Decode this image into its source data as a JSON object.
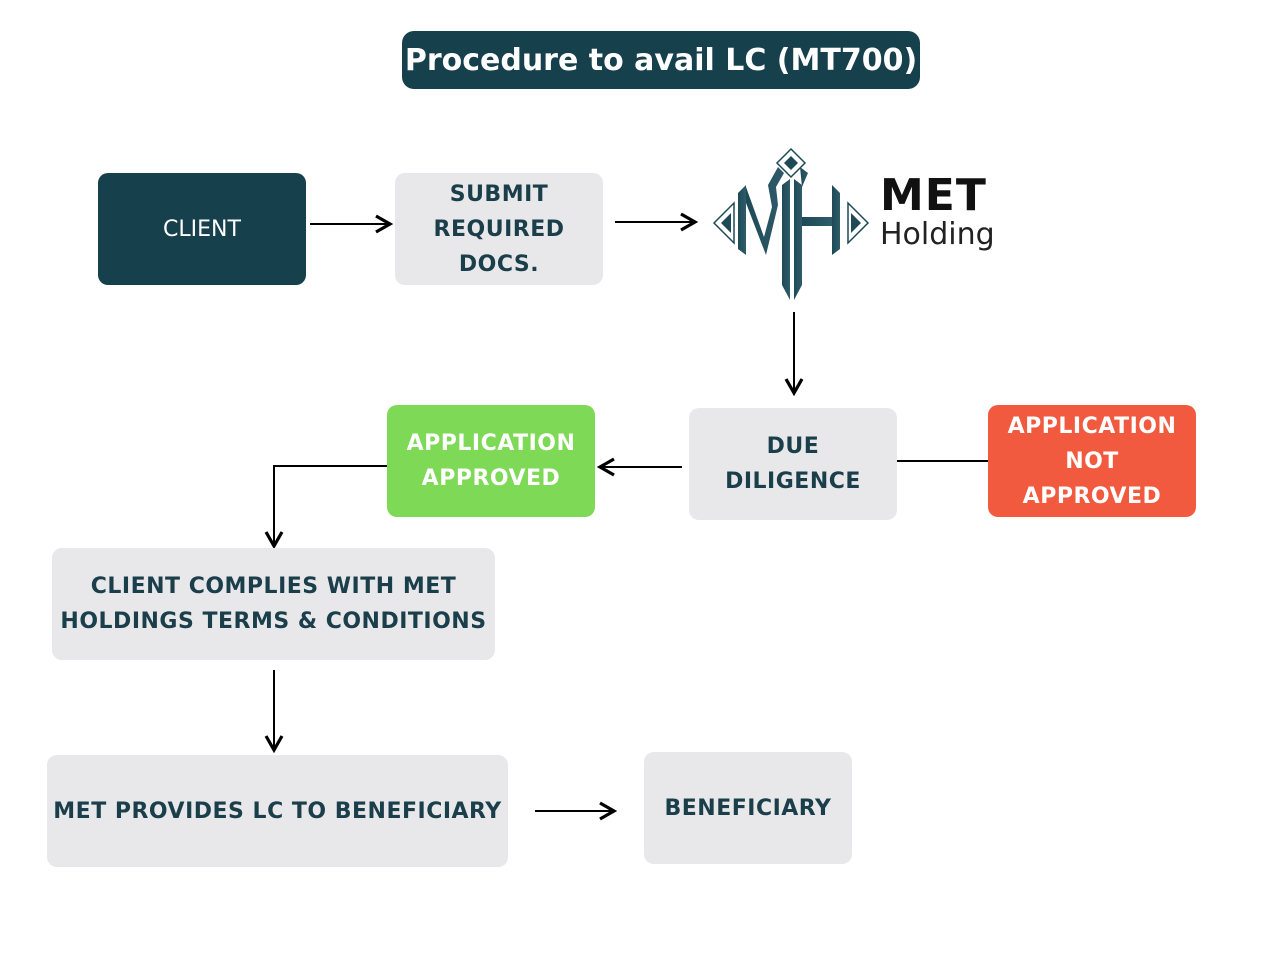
{
  "title": "Procedure to avail LC (MT700)",
  "nodes": {
    "client": "CLIENT",
    "submit_docs": "SUBMIT REQUIRED DOCS.",
    "due_diligence": "DUE DILIGENCE",
    "approved": "APPLICATION APPROVED",
    "not_approved": "APPLICATION NOT APPROVED",
    "comply": "CLIENT COMPLIES WITH MET HOLDINGS TERMS & CONDITIONS",
    "provides_lc": "MET PROVIDES LC TO BENEFICIARY",
    "beneficiary": "BENEFICIARY"
  },
  "logo": {
    "line1": "MET",
    "line2": "Holding"
  },
  "colors": {
    "dark": "#17404d",
    "grey": "#e8e8ea",
    "green": "#7ed957",
    "red": "#f15a3f"
  }
}
